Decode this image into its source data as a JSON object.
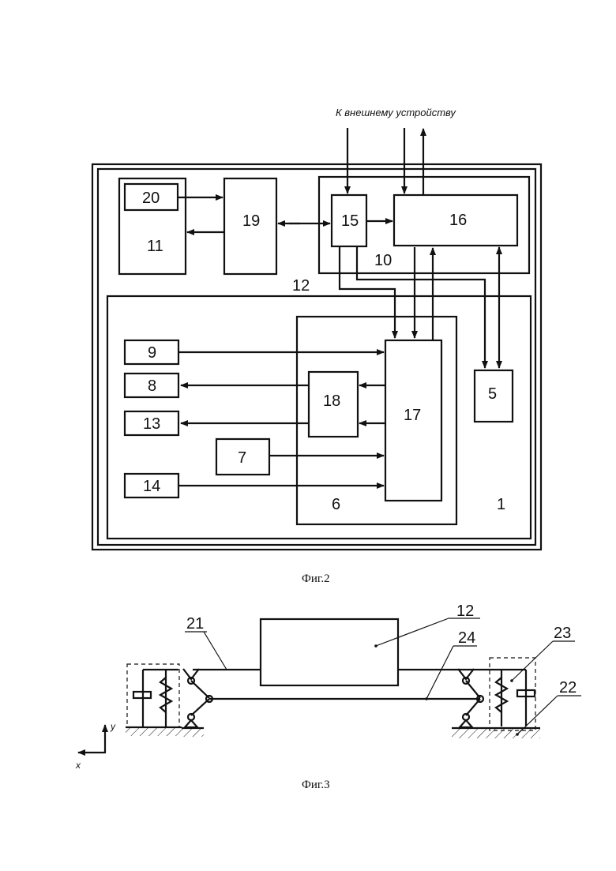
{
  "fig2": {
    "external_label": "К внешнему устройству",
    "caption": "Фиг.2",
    "blocks": {
      "b20": "20",
      "b11": "11",
      "b19": "19",
      "b15": "15",
      "b16": "16",
      "b10": "10",
      "b12": "12",
      "b9": "9",
      "b8": "8",
      "b13": "13",
      "b14": "14",
      "b7": "7",
      "b18": "18",
      "b17": "17",
      "b5": "5",
      "b6": "6",
      "b1": "1"
    }
  },
  "fig3": {
    "caption": "Фиг.3",
    "labels": {
      "l12": "12",
      "l21": "21",
      "l24": "24",
      "l23": "23",
      "l22": "22"
    },
    "axes": {
      "y": "y",
      "x": "x"
    }
  }
}
